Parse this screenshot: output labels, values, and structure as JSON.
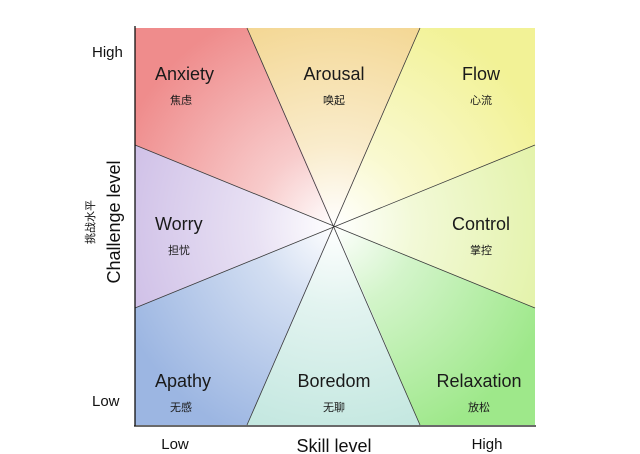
{
  "diagram": {
    "states": {
      "anxiety": {
        "label": "Anxiety",
        "label_zh": "焦虑",
        "color": "#ef8c8c"
      },
      "arousal": {
        "label": "Arousal",
        "label_zh": "唤起",
        "color": "#f3d58e"
      },
      "flow": {
        "label": "Flow",
        "label_zh": "心流",
        "color": "#f2f296"
      },
      "worry": {
        "label": "Worry",
        "label_zh": "担忧",
        "color": "#cdbde6"
      },
      "control": {
        "label": "Control",
        "label_zh": "掌控",
        "color": "#e2f2a6"
      },
      "apathy": {
        "label": "Apathy",
        "label_zh": "无感",
        "color": "#9cb6e2"
      },
      "boredom": {
        "label": "Boredom",
        "label_zh": "无聊",
        "color": "#c0e6de"
      },
      "relaxation": {
        "label": "Relaxation",
        "label_zh": "放松",
        "color": "#9ee88a"
      }
    },
    "y_axis": {
      "title": "Challenge level",
      "title_zh": "挑战水平",
      "high": "High",
      "low": "Low"
    },
    "x_axis": {
      "title": "Skill level",
      "low": "Low",
      "high": "High"
    }
  }
}
